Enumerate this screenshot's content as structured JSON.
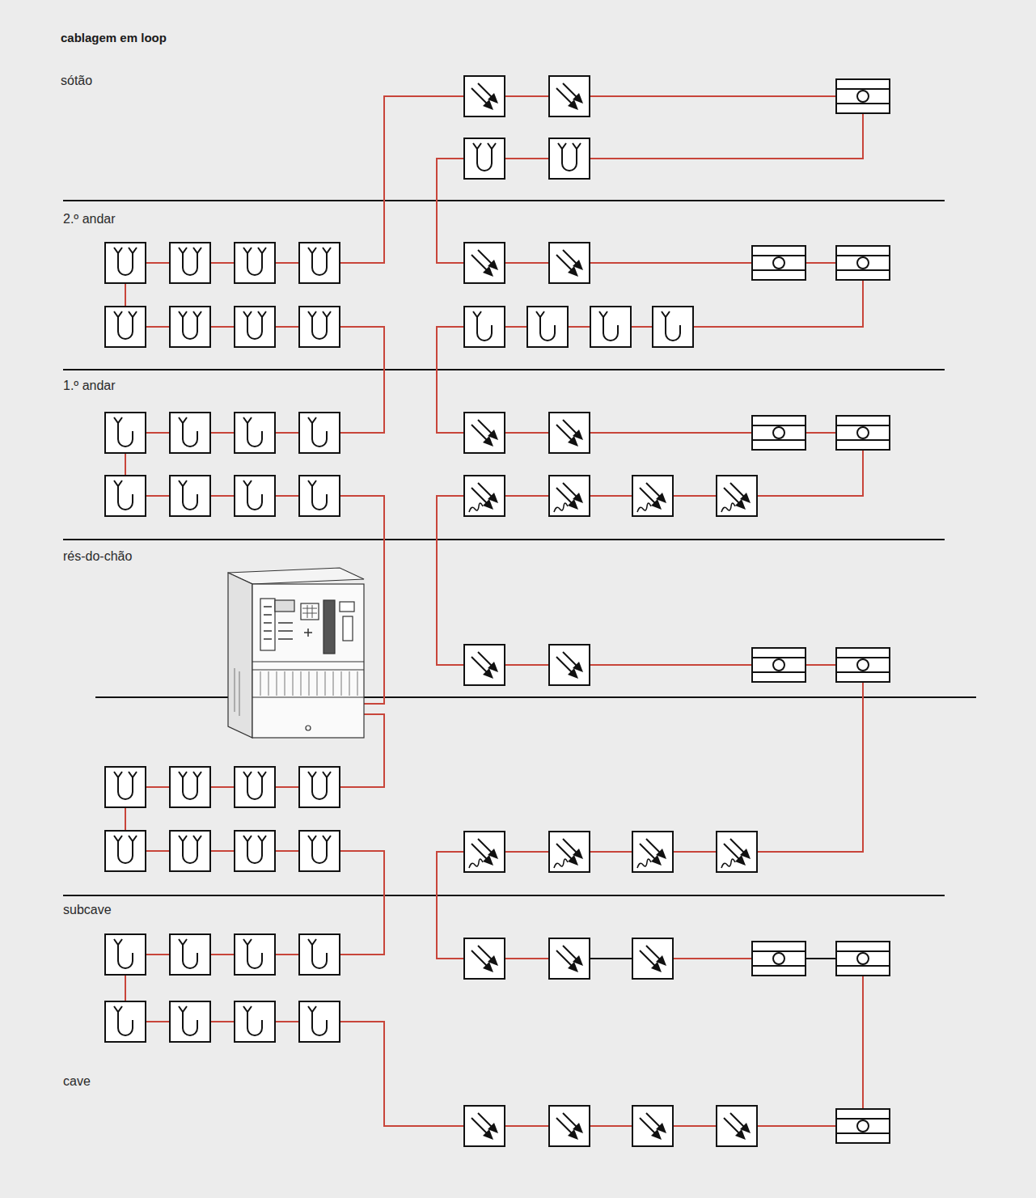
{
  "diagram": {
    "title": "cablagem em loop",
    "labels": [
      "sótão",
      "2.º andar",
      "1.º andar",
      "rés-do-chão",
      "subcave",
      "cave"
    ]
  }
}
